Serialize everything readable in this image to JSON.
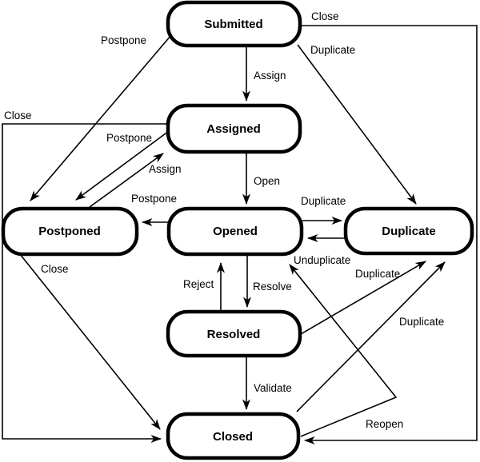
{
  "colors": {
    "background": "#ffffff",
    "line": "#000000",
    "node_fill": "#ffffff",
    "node_border": "#000000",
    "text": "#000000"
  },
  "states": [
    {
      "id": "submitted",
      "label": "Submitted"
    },
    {
      "id": "assigned",
      "label": "Assigned"
    },
    {
      "id": "postponed",
      "label": "Postponed"
    },
    {
      "id": "opened",
      "label": "Opened"
    },
    {
      "id": "duplicate",
      "label": "Duplicate"
    },
    {
      "id": "resolved",
      "label": "Resolved"
    },
    {
      "id": "closed",
      "label": "Closed"
    }
  ],
  "transitions": [
    {
      "from": "Submitted",
      "to": "Assigned",
      "label": "Assign"
    },
    {
      "from": "Submitted",
      "to": "Postponed",
      "label": "Postpone"
    },
    {
      "from": "Submitted",
      "to": "Duplicate",
      "label": "Duplicate"
    },
    {
      "from": "Submitted",
      "to": "Closed",
      "label": "Close"
    },
    {
      "from": "Assigned",
      "to": "Closed",
      "label": "Close"
    },
    {
      "from": "Assigned",
      "to": "Postponed",
      "label": "Postpone"
    },
    {
      "from": "Postponed",
      "to": "Assigned",
      "label": "Assign"
    },
    {
      "from": "Assigned",
      "to": "Opened",
      "label": "Open"
    },
    {
      "from": "Opened",
      "to": "Postponed",
      "label": "Postpone"
    },
    {
      "from": "Opened",
      "to": "Duplicate",
      "label": "Duplicate"
    },
    {
      "from": "Duplicate",
      "to": "Opened",
      "label": "Unduplicate"
    },
    {
      "from": "Opened",
      "to": "Resolved",
      "label": "Resolve"
    },
    {
      "from": "Resolved",
      "to": "Opened",
      "label": "Reject"
    },
    {
      "from": "Resolved",
      "to": "Closed",
      "label": "Validate"
    },
    {
      "from": "Resolved",
      "to": "Duplicate",
      "label": "Duplicate"
    },
    {
      "from": "Closed",
      "to": "Duplicate",
      "label": "Duplicate"
    },
    {
      "from": "Postponed",
      "to": "Closed",
      "label": "Close"
    },
    {
      "from": "Closed",
      "to": "Opened",
      "label": "Reopen"
    }
  ]
}
